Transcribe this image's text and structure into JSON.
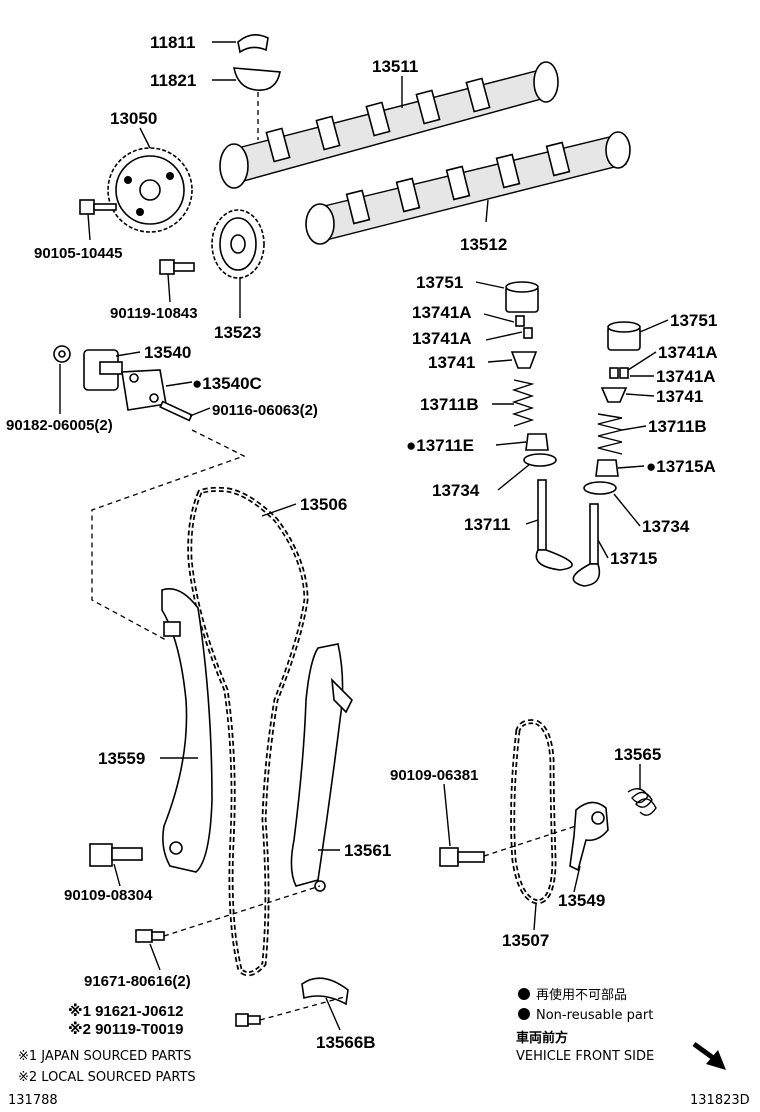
{
  "parts": {
    "p11811": "11811",
    "p11821": "11821",
    "p13511": "13511",
    "p13050": "13050",
    "p13512": "13512",
    "p90105": "90105-10445",
    "p90119a": "90119-10843",
    "p13523": "13523",
    "p13540": "13540",
    "p13540c": "●13540C",
    "p90182": "90182-06005(2)",
    "p90116": "90116-06063(2)",
    "p13751a": "13751",
    "p13741aa": "13741A",
    "p13741ab": "13741A",
    "p13741a": "13741",
    "p13711ba": "13711B",
    "p13711e": "●13711E",
    "p13734a": "13734",
    "p13711": "13711",
    "p13751b": "13751",
    "p13741ba": "13741A",
    "p13741bb": "13741A",
    "p13741b": "13741",
    "p13711bb": "13711B",
    "p13715a": "●13715A",
    "p13734b": "13734",
    "p13715": "13715",
    "p13506": "13506",
    "p13559": "13559",
    "p90109a": "90109-08304",
    "p13561": "13561",
    "p91671": "91671-80616(2)",
    "p13565": "13565",
    "p90109b": "90109-06381",
    "p13549": "13549",
    "p13507": "13507",
    "p91621": "※1 91621-J0612",
    "p90119b": "※2 90119-T0019",
    "p13566b": "13566B"
  },
  "legend": {
    "reuse_jp": "再使用不可部品",
    "reuse_en": "Non-reusable part",
    "front_jp": "車両前方",
    "front_en": "VEHICLE FRONT SIDE"
  },
  "notes": {
    "note1": "※1 JAPAN SOURCED PARTS",
    "note2": "※2 LOCAL SOURCED PARTS"
  },
  "ids": {
    "left": "131788",
    "right": "131823D"
  },
  "colors": {
    "ink": "#000000",
    "paper": "#ffffff"
  }
}
